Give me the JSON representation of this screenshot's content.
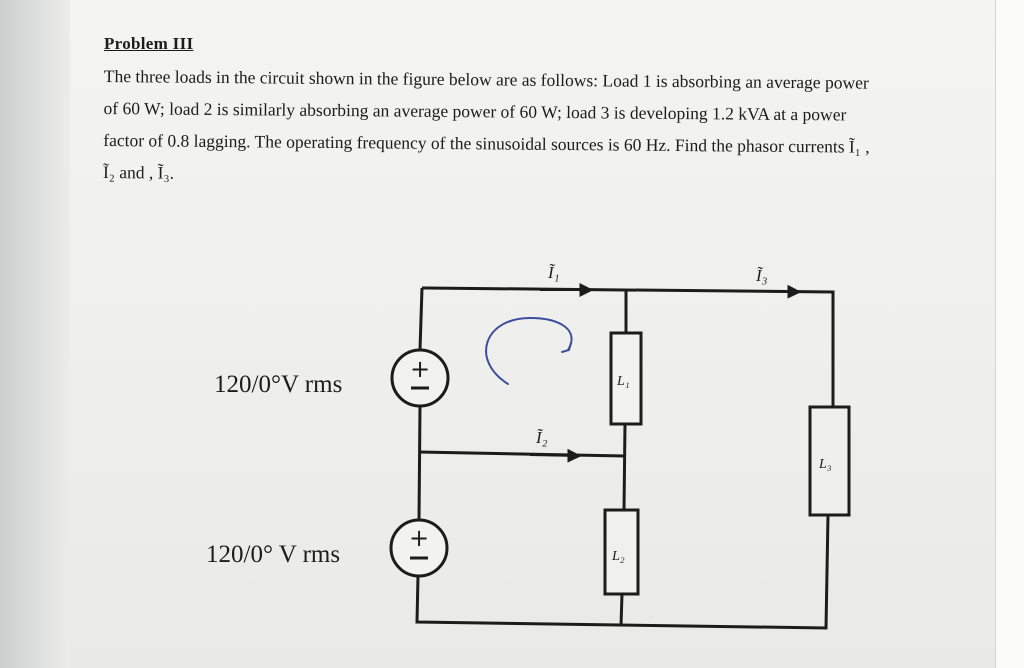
{
  "problem": {
    "title": "Problem III",
    "lines": [
      "The three loads in the circuit shown in the figure below are as follows: Load 1 is absorbing an average power",
      "of 60 W; load 2 is similarly absorbing an average power of 60 W; load 3 is developing 1.2 kVA at a power",
      "factor of 0.8 lagging. The operating frequency of the sinusoidal sources is 60 Hz. Find the phasor currents Ĩ₁ ,",
      "Ĩ₂ and , Ĩ₃."
    ]
  },
  "circuit": {
    "source_top": {
      "label": "120/0°V rms",
      "sign": "+"
    },
    "source_bottom": {
      "label": "120/0° V rms",
      "sign": "+"
    },
    "currents": {
      "i1": "Ĩ₁",
      "i2": "Ĩ₂",
      "i3": "Ĩ₃"
    },
    "loads": {
      "l1": "L₁",
      "l2": "L₂",
      "l3": "L₃"
    }
  }
}
